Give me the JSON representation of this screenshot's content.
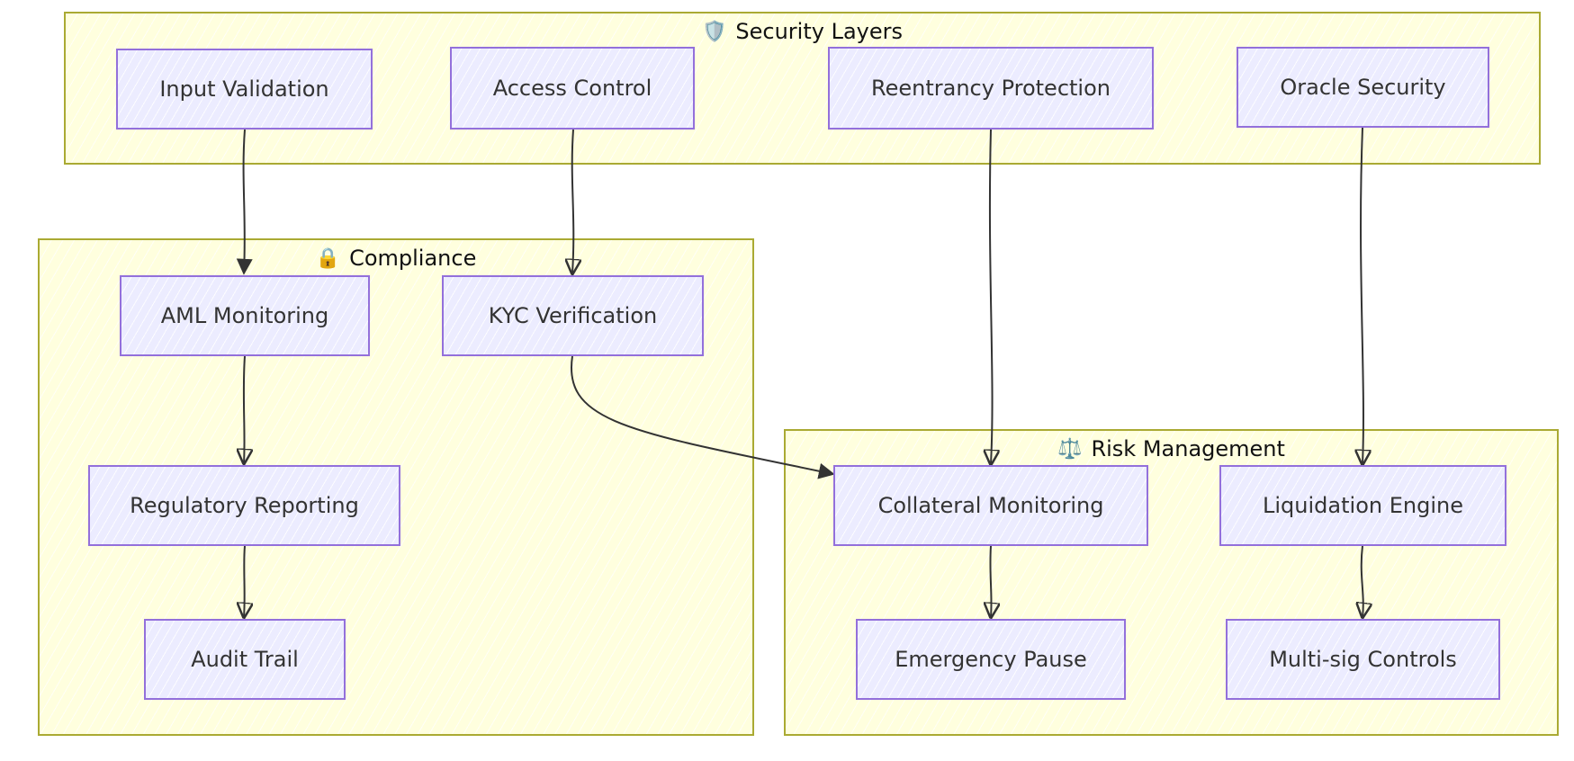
{
  "colors": {
    "cluster_fill": "#ffffde",
    "cluster_border": "#aaaa33",
    "node_fill": "#ececff",
    "node_border": "#9370db",
    "edge": "#333333",
    "text": "#333333"
  },
  "clusters": {
    "security": {
      "title": "Security Layers",
      "icon": "🛡️",
      "icon_name": "shield-icon"
    },
    "compliance": {
      "title": "Compliance",
      "icon": "🔒",
      "icon_name": "lock-icon"
    },
    "risk": {
      "title": "Risk Management",
      "icon": "⚖️",
      "icon_name": "scales-icon"
    }
  },
  "nodes": {
    "input_validation": "Input Validation",
    "access_control": "Access Control",
    "reentrancy_protection": "Reentrancy Protection",
    "oracle_security": "Oracle Security",
    "aml_monitoring": "AML Monitoring",
    "kyc_verification": "KYC Verification",
    "regulatory_reporting": "Regulatory Reporting",
    "audit_trail": "Audit Trail",
    "collateral_monitoring": "Collateral Monitoring",
    "liquidation_engine": "Liquidation Engine",
    "emergency_pause": "Emergency Pause",
    "multisig_controls": "Multi-sig Controls"
  },
  "edges": [
    {
      "from": "Input Validation",
      "to": "AML Monitoring"
    },
    {
      "from": "Access Control",
      "to": "KYC Verification"
    },
    {
      "from": "Reentrancy Protection",
      "to": "Collateral Monitoring"
    },
    {
      "from": "Oracle Security",
      "to": "Liquidation Engine"
    },
    {
      "from": "AML Monitoring",
      "to": "Regulatory Reporting"
    },
    {
      "from": "Regulatory Reporting",
      "to": "Audit Trail"
    },
    {
      "from": "KYC Verification",
      "to": "Collateral Monitoring"
    },
    {
      "from": "Collateral Monitoring",
      "to": "Emergency Pause"
    },
    {
      "from": "Liquidation Engine",
      "to": "Multi-sig Controls"
    }
  ]
}
